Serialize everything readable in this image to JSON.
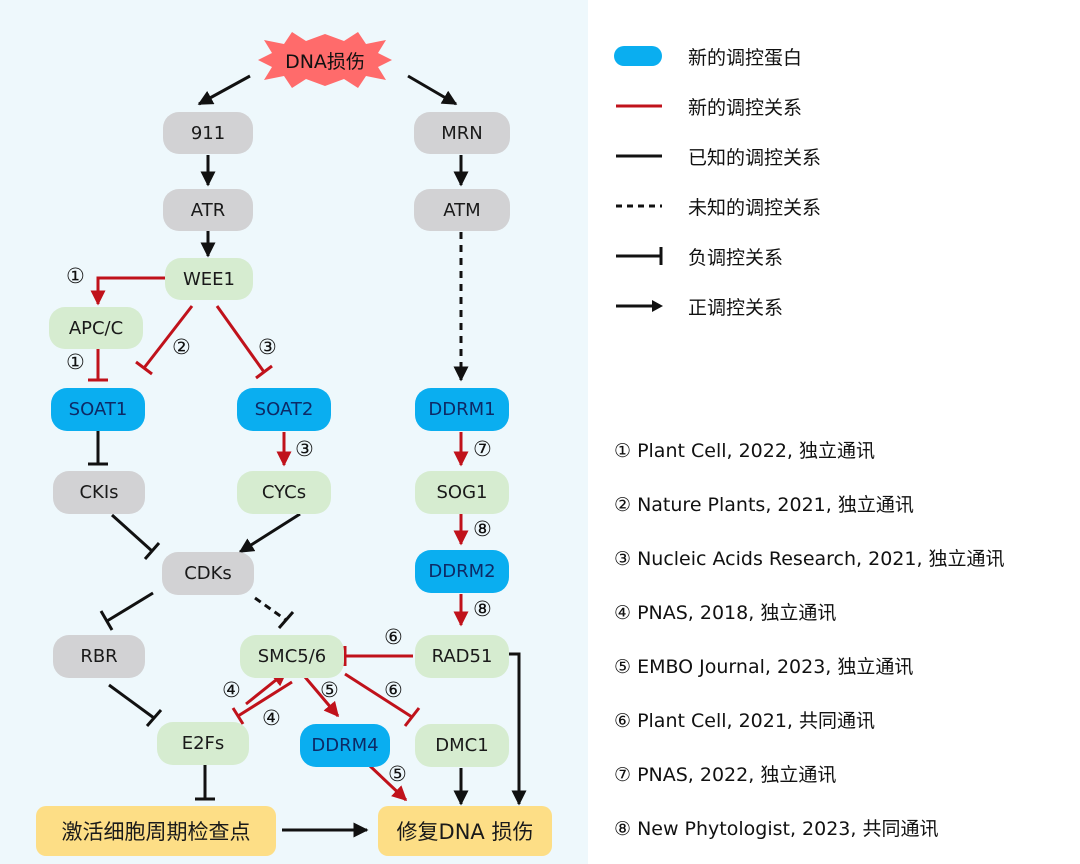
{
  "trigger": "DNA损伤",
  "nodes": {
    "n911": "911",
    "mrn": "MRN",
    "atr": "ATR",
    "atm": "ATM",
    "wee1": "WEE1",
    "apcc": "APC/C",
    "soat1": "SOAT1",
    "soat2": "SOAT2",
    "ddrm1": "DDRM1",
    "ckis": "CKIs",
    "cycs": "CYCs",
    "sog1": "SOG1",
    "ddrm2": "DDRM2",
    "cdks": "CDKs",
    "rbr": "RBR",
    "smc56": "SMC5/6",
    "rad51": "RAD51",
    "e2fs": "E2Fs",
    "ddrm4": "DDRM4",
    "dmc1": "DMC1",
    "checkpoint": "激活细胞周期检查点",
    "repair": "修复DNA 损伤"
  },
  "edge_marks": [
    "①",
    "①",
    "②",
    "③",
    "③",
    "⑦",
    "⑧",
    "⑧",
    "⑥",
    "⑥",
    "④",
    "④",
    "⑤",
    "⑤"
  ],
  "legend": [
    {
      "icon": "blue-pill-icon",
      "label": "新的调控蛋白"
    },
    {
      "icon": "red-line-icon",
      "label": "新的调控关系"
    },
    {
      "icon": "black-line-icon",
      "label": "已知的调控关系"
    },
    {
      "icon": "dashed-line-icon",
      "label": "未知的调控关系"
    },
    {
      "icon": "inhibition-line-icon",
      "label": "负调控关系"
    },
    {
      "icon": "arrow-line-icon",
      "label": "正调控关系"
    }
  ],
  "references": [
    "① Plant Cell, 2022, 独立通讯",
    "② Nature Plants, 2021, 独立通讯",
    "③ Nucleic Acids Research,  2021, 独立通讯",
    "④ PNAS, 2018, 独立通讯",
    "⑤ EMBO Journal, 2023, 独立通讯",
    "⑥ Plant Cell, 2021, 共同通讯",
    "⑦ PNAS, 2022, 独立通讯",
    "⑧ New Phytologist, 2023, 共同通讯"
  ],
  "colors": {
    "new_protein": "#0aaef0",
    "new_relation": "#c0121b",
    "known_relation": "#111111",
    "gray_node": "#d2d2d4",
    "green_node": "#d6ecd0",
    "outcome": "#fdde86",
    "burst": "#ff6b6b",
    "panel": "#eef8fc"
  }
}
